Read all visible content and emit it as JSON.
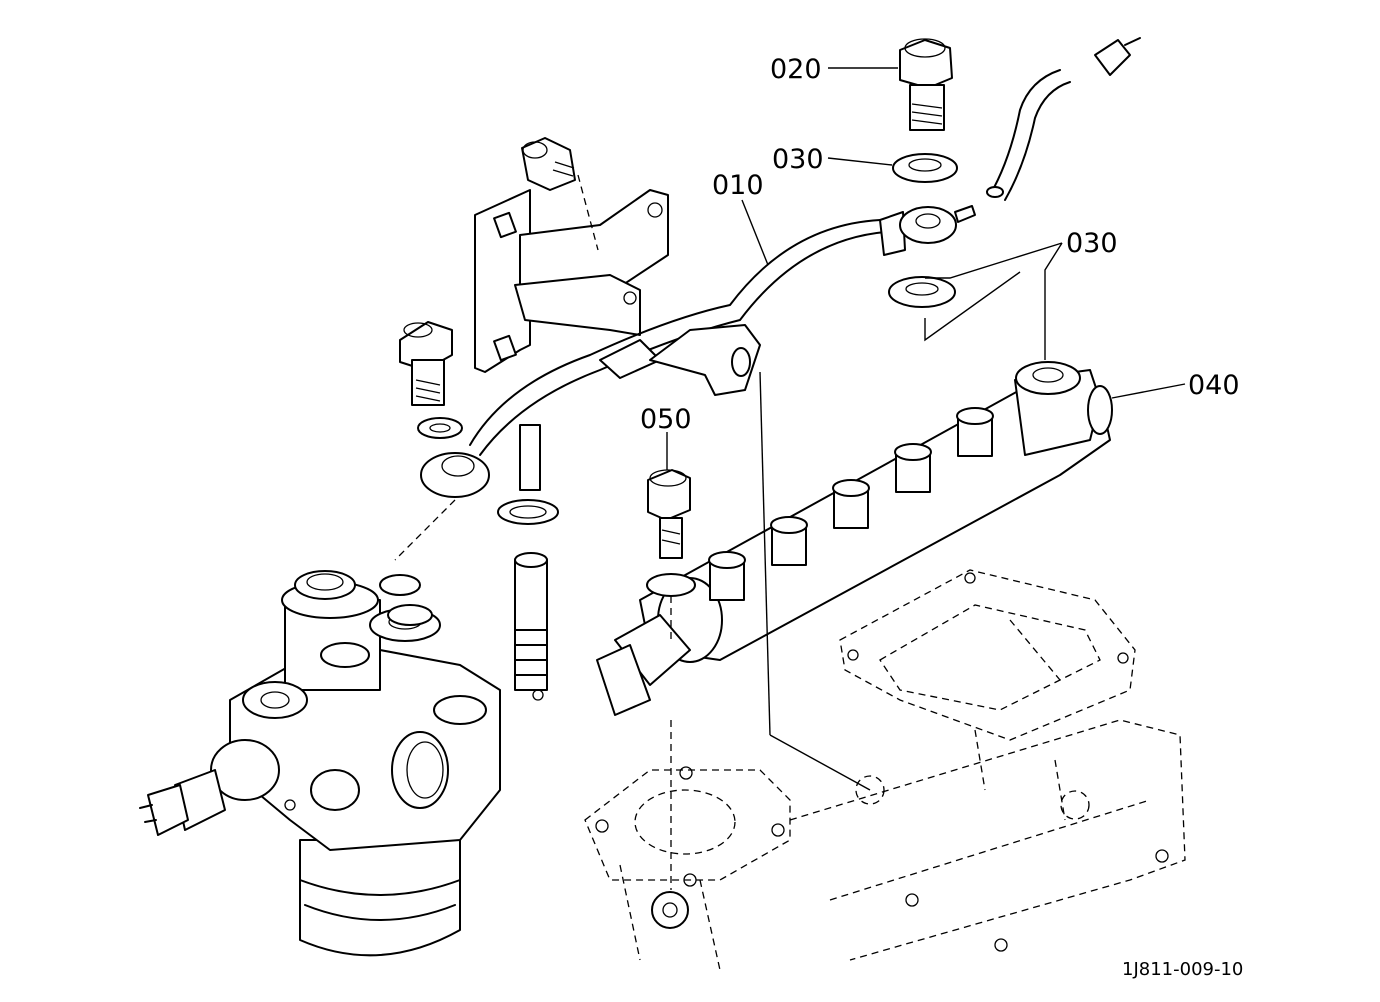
{
  "callouts": {
    "c010": "010",
    "c020": "020",
    "c030_top": "030",
    "c030_bottom": "030",
    "c040": "040",
    "c050": "050"
  },
  "figure_ref": "1J811-009-10"
}
